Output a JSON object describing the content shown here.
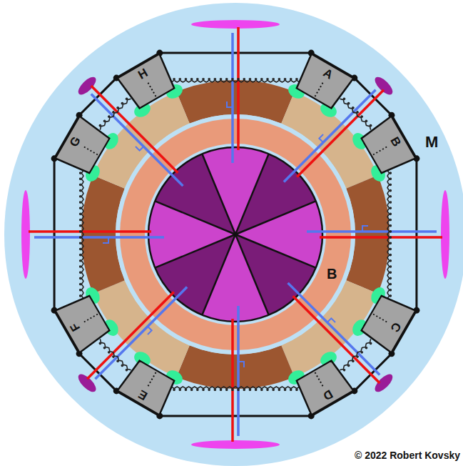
{
  "diagram": {
    "nodes": [
      {
        "text": [
          "A"
        ]
      },
      {
        "text": [
          "B"
        ]
      },
      {
        "text": [
          "C"
        ]
      },
      {
        "text": [
          "D"
        ]
      },
      {
        "text": [
          "E"
        ]
      },
      {
        "text": [
          "F"
        ]
      },
      {
        "text": [
          "G"
        ]
      },
      {
        "text": [
          "H"
        ]
      }
    ],
    "edges": [
      {
        "from": 0,
        "to": 1,
        "arrow": "none"
      },
      {
        "from": 1,
        "to": 2,
        "arrow": "none"
      },
      {
        "from": 2,
        "to": 3,
        "arrow": "none"
      },
      {
        "from": 3,
        "to": 4,
        "arrow": "none"
      },
      {
        "from": 4,
        "to": 5,
        "arrow": "none"
      },
      {
        "from": 5,
        "to": 6,
        "arrow": "none"
      },
      {
        "from": 6,
        "to": 7,
        "arrow": "none"
      },
      {
        "from": 7,
        "to": 0,
        "arrow": "none"
      }
    ],
    "labels": [
      "M",
      "B",
      "© 2022 Robert Kovsky"
    ]
  }
}
